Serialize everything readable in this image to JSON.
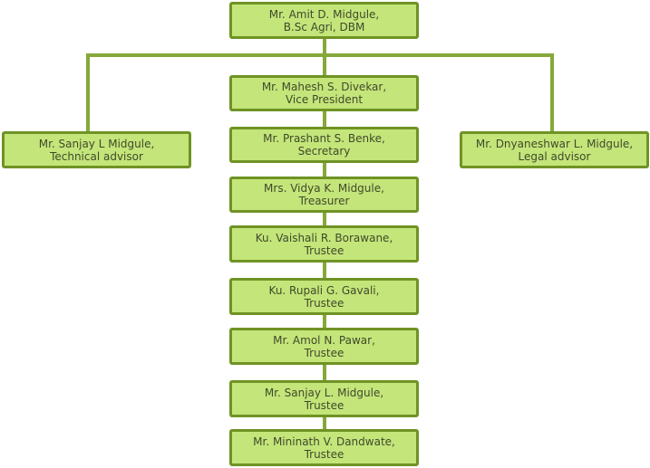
{
  "chart": {
    "top": {
      "name": "Mr. Amit D. Midgule,",
      "title": "B.Sc Agri, DBM"
    },
    "advisors": [
      {
        "name": "Mr. Sanjay L Midgule,",
        "title": "Technical advisor"
      },
      {
        "name": "Mr. Dnyaneshwar L. Midgule,",
        "title": "Legal advisor"
      }
    ],
    "members": [
      {
        "name": "Mr. Mahesh S. Divekar,",
        "title": "Vice President"
      },
      {
        "name": "Mr. Prashant S. Benke,",
        "title": "Secretary"
      },
      {
        "name": "Mrs. Vidya K. Midgule,",
        "title": "Treasurer"
      },
      {
        "name": "Ku. Vaishali R. Borawane,",
        "title": "Trustee"
      },
      {
        "name": "Ku. Rupali G. Gavali,",
        "title": "Trustee"
      },
      {
        "name": "Mr. Amol N. Pawar,",
        "title": "Trustee"
      },
      {
        "name": "Mr. Sanjay L. Midgule,",
        "title": "Trustee"
      },
      {
        "name": "Mr. Mininath V. Dandwate,",
        "title": "Trustee"
      }
    ]
  },
  "colors": {
    "box_fill": "#c4e57a",
    "box_border": "#6f9324",
    "connector": "#86a83a"
  }
}
